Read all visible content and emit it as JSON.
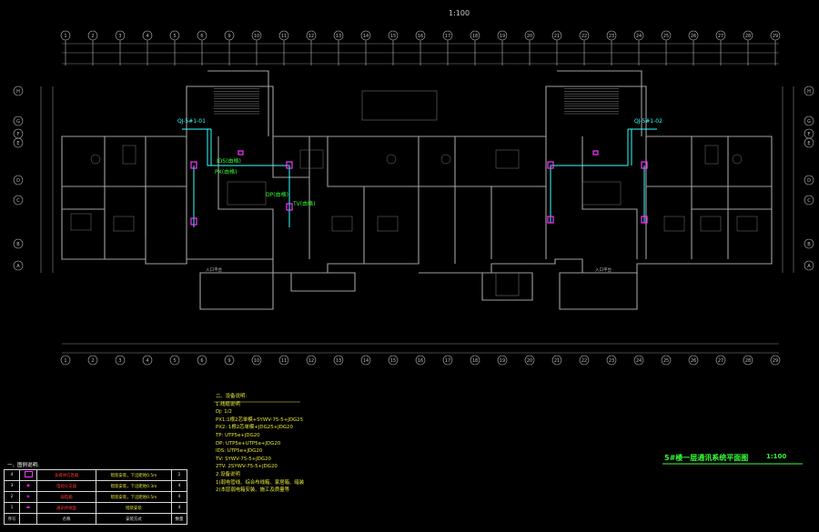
{
  "drawing": {
    "scale_top": "1:100",
    "plan_title": "5#楼一层通讯系统平面图",
    "plan_scale": "1:100"
  },
  "axis_labels_top": [
    "1",
    "2",
    "3",
    "4",
    "5",
    "6",
    "9",
    "10",
    "11",
    "12",
    "13",
    "14",
    "15",
    "16",
    "17",
    "18",
    "19",
    "20",
    "21",
    "22",
    "23",
    "24",
    "25",
    "26",
    "27",
    "28",
    "29"
  ],
  "axis_labels_left": [
    "H",
    "G",
    "F",
    "E",
    "D",
    "C",
    "B",
    "A"
  ],
  "annotations": {
    "box_left": "QJ-5#1-01",
    "box_right": "QJ-5#1-02",
    "ids": "IDS(由格)",
    "px": "PX(由格)",
    "dp": "DP(由格)",
    "tv": "TV(由格)",
    "entry_left": "入口平台",
    "entry_right": "入口平台"
  },
  "notes": {
    "heading": "二、设备说明:",
    "sub1": "1.线缆说明",
    "lines": [
      "DJ: 1/2",
      "PX1:1根2芯单模+SYWV-75-5+JDG25",
      "PX2: 1根2芯单模+JDG25+JDG20",
      "TP: UTP5e+JDG20",
      "DP: UTP5e+UTP5e+JDG20",
      "IDS: UTP5e+JDG20",
      "TV: SYWV-75-5+JDG20",
      "2TV: 2SYWV-75-5+JDG20"
    ],
    "sub2": "2.设备说明",
    "end_lines": [
      "1)弱电管线、综合布线箱、家居箱、暗装",
      "2)本层弱电箱安装、施工及质量等"
    ]
  },
  "legend": {
    "title": "一、图例说明:",
    "rows": [
      {
        "no": "4",
        "name": "多媒体信息箱",
        "spec": "暗装安装，下沿距地0.5m",
        "qty": "2"
      },
      {
        "no": "3",
        "name": "电视分支器",
        "spec": "暗装安装，下沿距地0.3m",
        "qty": "4"
      },
      {
        "no": "2",
        "name": "弱电箱",
        "spec": "暗装安装，下沿距地0.5m",
        "qty": "4"
      },
      {
        "no": "1",
        "name": "通讯终端盒",
        "spec": "暗装安装",
        "qty": "4"
      },
      {
        "no": "序号",
        "name": "名称",
        "spec": "安装方式",
        "qty": "数量"
      }
    ]
  },
  "colors": {
    "background": "#000000",
    "walls": "#9a9a9a",
    "text_grey": "#c9c9c9",
    "cable_cyan": "#33ffff",
    "device_magenta": "#ff33ff",
    "notes_yellow": "#e8e83a",
    "title_green": "#34ff34",
    "legend_red": "#ff3a3a"
  }
}
